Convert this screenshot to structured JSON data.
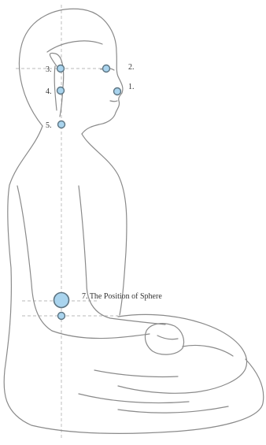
{
  "colors": {
    "outline": "#8a8a8a",
    "guide": "#b8b8b8",
    "marker_fill": "#a9d4ee",
    "marker_stroke": "#5c7380",
    "label": "#333333"
  },
  "points": [
    {
      "id": "p1",
      "label": "1."
    },
    {
      "id": "p2",
      "label": "2."
    },
    {
      "id": "p3",
      "label": "3."
    },
    {
      "id": "p4",
      "label": "4."
    },
    {
      "id": "p5",
      "label": "5."
    },
    {
      "id": "p7",
      "label": "7. The Position of Sphere"
    },
    {
      "id": "p8",
      "label": ""
    }
  ]
}
